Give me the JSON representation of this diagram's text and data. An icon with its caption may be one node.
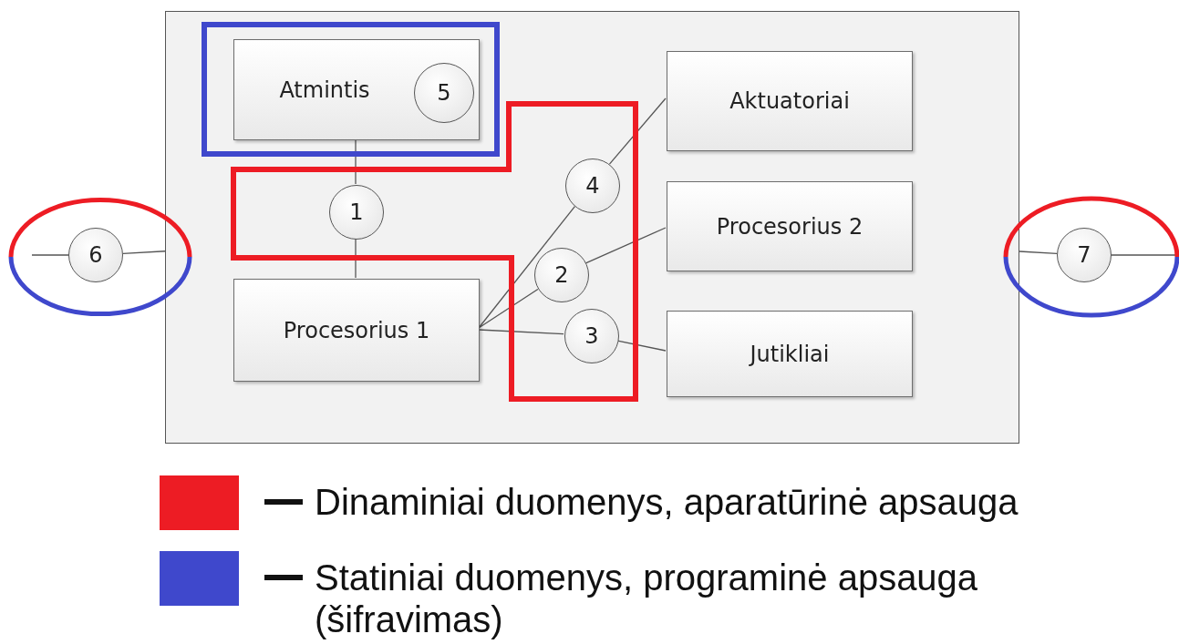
{
  "diagram": {
    "nodes": [
      {
        "text": [],
        "shape": "box"
      },
      {
        "text": [
          "Atmintis"
        ],
        "in": 0
      },
      {
        "text": [
          "5"
        ],
        "in": 1
      },
      {
        "text": [
          "Aktuatoriai"
        ],
        "in": 0
      },
      {
        "text": [
          "1"
        ],
        "in": 0
      },
      {
        "text": [
          "4"
        ],
        "in": 0
      },
      {
        "text": [
          "Procesorius 2"
        ],
        "in": 0
      },
      {
        "text": [
          "2"
        ],
        "in": 0
      },
      {
        "text": [
          "6"
        ]
      },
      {
        "text": [
          "7"
        ]
      },
      {
        "text": [
          "Procesorius 1"
        ],
        "in": 0
      },
      {
        "text": [
          "3"
        ],
        "in": 0
      },
      {
        "text": [
          "Jutikliai"
        ],
        "in": 0
      }
    ],
    "edges": [
      {
        "from": 1,
        "to": 4,
        "arrow": "none"
      },
      {
        "from": 4,
        "to": 10,
        "arrow": "none"
      },
      {
        "from": 10,
        "to": 5,
        "arrow": "none"
      },
      {
        "from": 5,
        "to": 3,
        "arrow": "none"
      },
      {
        "from": 10,
        "to": 7,
        "arrow": "none"
      },
      {
        "from": 7,
        "to": 6,
        "arrow": "none"
      },
      {
        "from": 10,
        "to": 11,
        "arrow": "none"
      },
      {
        "from": 11,
        "to": 12,
        "arrow": "none"
      },
      {
        "from": null,
        "to": 8,
        "arrow": "none"
      },
      {
        "from": 8,
        "to": 0,
        "arrow": "none"
      },
      {
        "from": 0,
        "to": 9,
        "arrow": "none"
      },
      {
        "from": 9,
        "to": null,
        "arrow": "none"
      }
    ],
    "legend": [
      {
        "text": "Dinaminiai duomenys, aparatūrinė apsauga",
        "color": "#ed1c24"
      },
      {
        "text": "Statiniai duomenys, programinė apsauga (šifravimas)",
        "color": "#3f48cc"
      }
    ]
  }
}
